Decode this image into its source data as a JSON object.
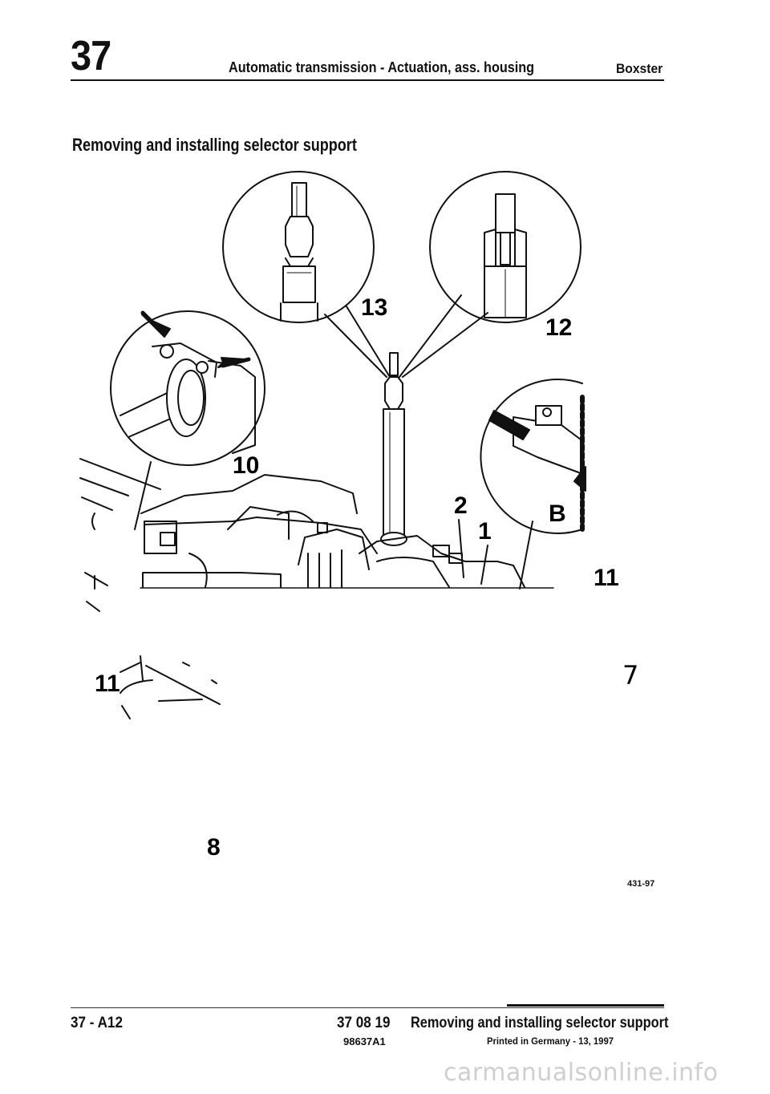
{
  "header": {
    "section_number": "37",
    "title": "Automatic transmission - Actuation, ass. housing",
    "model": "Boxster"
  },
  "section_title": "Removing and installing selector support",
  "figure": {
    "callouts": {
      "c13": "13",
      "c12": "12",
      "c10": "10",
      "c11a": "11",
      "c11b": "11",
      "c2": "2",
      "c1": "1",
      "cB": "B",
      "c7": "7",
      "c8": "8"
    },
    "figure_code": "431-97"
  },
  "footer": {
    "page": "37 - A12",
    "code": "37 08 19",
    "title": "Removing and installing selector support",
    "part_number": "98637A1",
    "printed": "Printed in Germany - 13, 1997"
  },
  "watermark": "carmanualsonline.info",
  "colors": {
    "ink": "#111111",
    "watermark": "#cfcfcf"
  }
}
